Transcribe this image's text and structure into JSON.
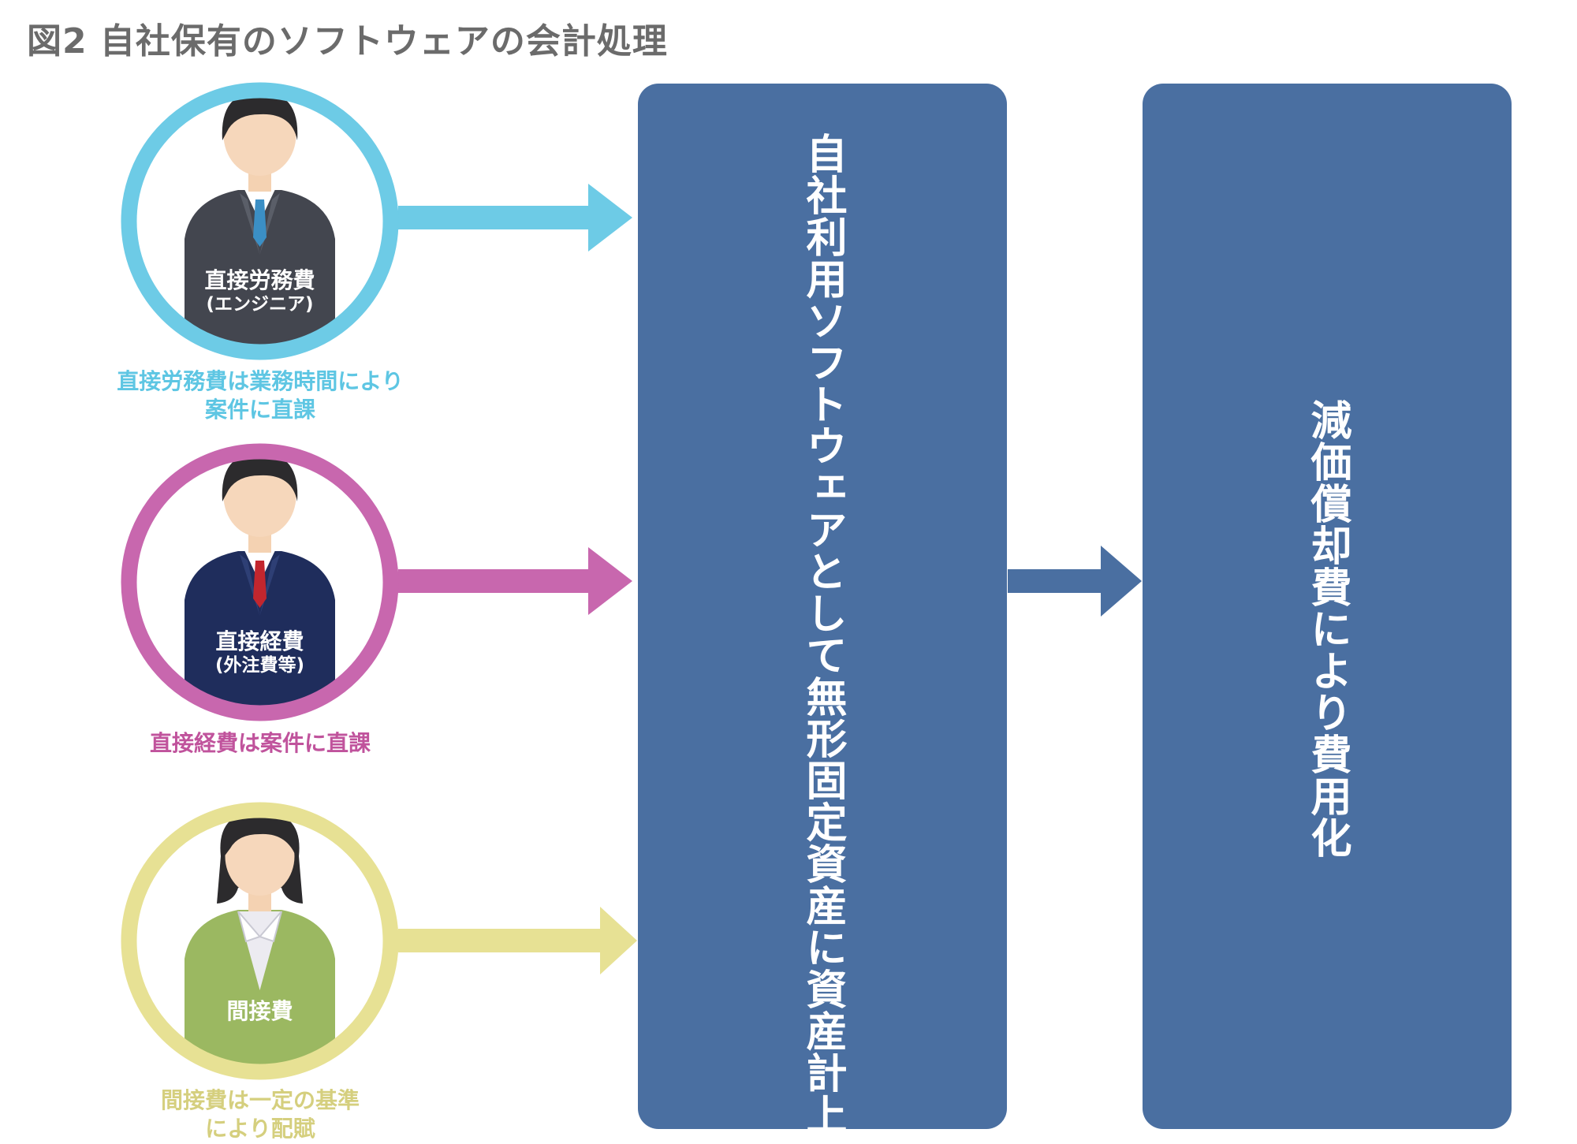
{
  "title": "図2 自社保有のソフトウェアの会計処理",
  "colors": {
    "cyan": "#6dcbe6",
    "magenta": "#c867ae",
    "yellow": "#e7e194",
    "box": "#4a6fa1",
    "note_cyan": "#5ec6e3",
    "note_magenta": "#c0539c",
    "note_yellow": "#d5cf7e"
  },
  "people": [
    {
      "icon": "engineer-person-icon",
      "label_line1": "直接労務費",
      "label_line2": "(エンジニア)",
      "note_line1": "直接労務費は業務時間により",
      "note_line2": "案件に直課"
    },
    {
      "icon": "outsourcer-person-icon",
      "label_line1": "直接経費",
      "label_line2": "(外注費等)",
      "note_line1": "直接経費は案件に直課",
      "note_line2": ""
    },
    {
      "icon": "staff-person-icon",
      "label_line1": "間接費",
      "label_line2": "",
      "note_line1": "間接費は一定の基準",
      "note_line2": "により配賦"
    }
  ],
  "box_asset": "自社利用ソフトウェアとして無形固定資産に資産計上",
  "box_expense": "減価償却費により費用化"
}
